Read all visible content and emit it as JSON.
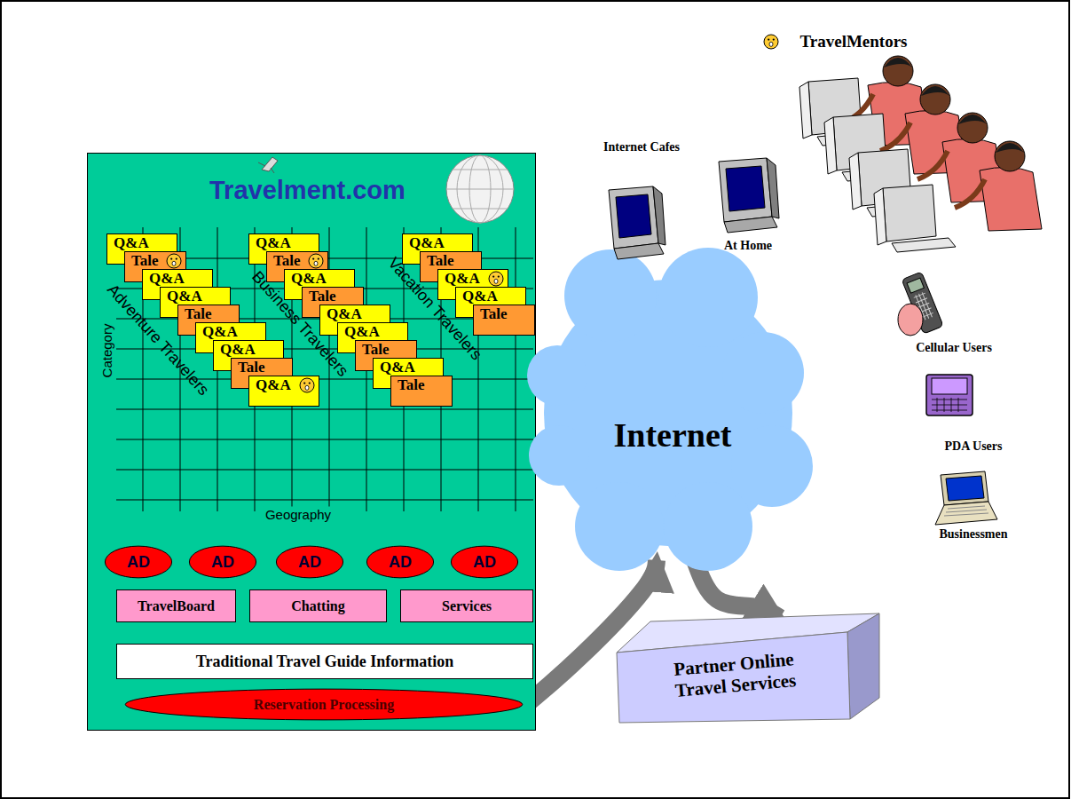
{
  "diagram": {
    "nodes": [
      {
        "text": [
          "Travelment.com"
        ]
      },
      {
        "text": [
          "Q&A"
        ],
        "in": 0
      },
      {
        "text": [
          "Tale"
        ],
        "in": 0
      },
      {
        "text": [
          "Q&A"
        ],
        "in": 0
      },
      {
        "text": [
          "Q&A"
        ],
        "in": 0
      },
      {
        "text": [
          "Tale"
        ],
        "in": 0
      },
      {
        "text": [
          "Q&A"
        ],
        "in": 0
      },
      {
        "text": [
          "Q&A"
        ],
        "in": 0
      },
      {
        "text": [
          "Tale"
        ],
        "in": 0
      },
      {
        "text": [
          "Q&A"
        ],
        "in": 0
      },
      {
        "text": [
          "Q&A"
        ],
        "in": 0
      },
      {
        "text": [
          "Tale"
        ],
        "in": 0
      },
      {
        "text": [
          "Q&A"
        ],
        "in": 0
      },
      {
        "text": [
          "Tale"
        ],
        "in": 0
      },
      {
        "text": [
          "Q&A"
        ],
        "in": 0
      },
      {
        "text": [
          "Q&A"
        ],
        "in": 0
      },
      {
        "text": [
          "Tale"
        ],
        "in": 0
      },
      {
        "text": [
          "Q&A"
        ],
        "in": 0
      },
      {
        "text": [
          "Tale"
        ],
        "in": 0
      },
      {
        "text": [
          "Q&A"
        ],
        "in": 0
      },
      {
        "text": [
          "Tale"
        ],
        "in": 0
      },
      {
        "text": [
          "Q&A"
        ],
        "in": 0
      },
      {
        "text": [
          "Q&A"
        ],
        "in": 0
      },
      {
        "text": [
          "Tale"
        ],
        "in": 0
      },
      {
        "text": [
          "AD"
        ],
        "in": 0
      },
      {
        "text": [
          "AD"
        ],
        "in": 0
      },
      {
        "text": [
          "AD"
        ],
        "in": 0
      },
      {
        "text": [
          "AD"
        ],
        "in": 0
      },
      {
        "text": [
          "AD"
        ],
        "in": 0
      },
      {
        "text": [
          "TravelBoard"
        ],
        "in": 0
      },
      {
        "text": [
          "Chatting"
        ],
        "in": 0
      },
      {
        "text": [
          "Services"
        ],
        "in": 0
      },
      {
        "text": [
          "Traditional Travel Guide Information"
        ],
        "in": 0
      },
      {
        "text": [
          "Reservation Processing"
        ],
        "in": 0
      },
      {
        "text": [
          "Internet"
        ]
      },
      {
        "text": [
          "Partner Online Travel Services"
        ]
      }
    ],
    "edges": [
      {
        "from": 33,
        "to": 34,
        "arrow": "to"
      },
      {
        "from": 34,
        "to": 35,
        "arrow": "to"
      }
    ],
    "labels": [
      "TravelMentors",
      "Internet Cafes",
      "At Home",
      "Cellular Users",
      "PDA Users",
      "Businessmen",
      "Category",
      "Geography",
      "Adventure Travelers",
      "Business Travelers",
      "Vacation Travelers"
    ]
  }
}
